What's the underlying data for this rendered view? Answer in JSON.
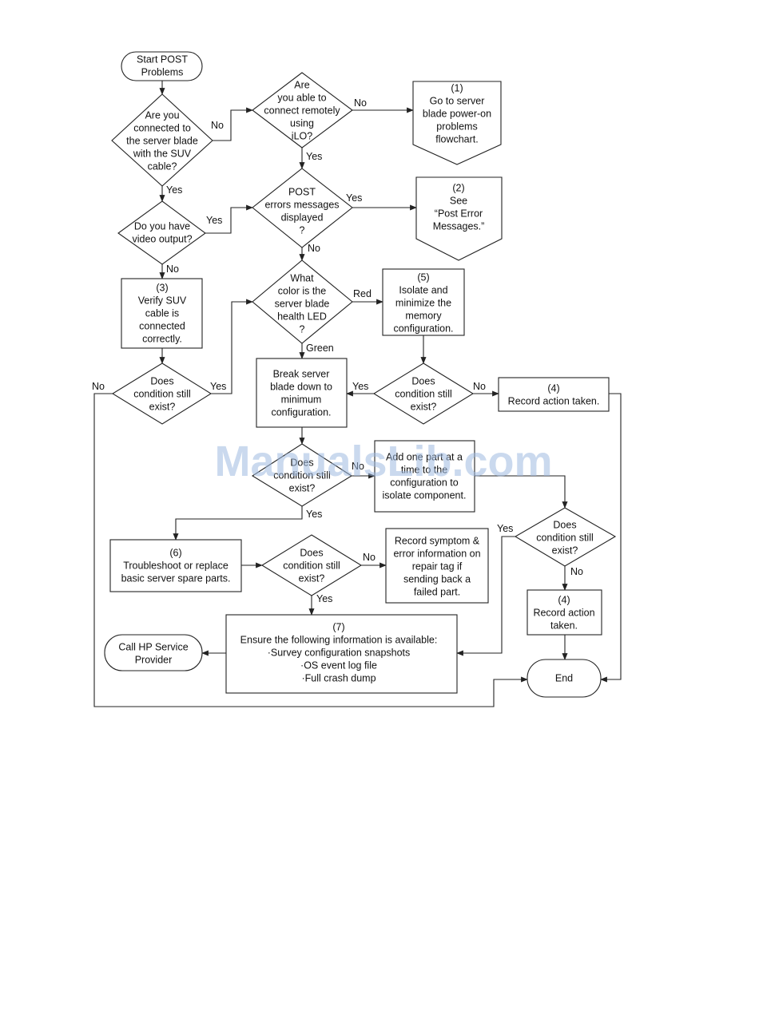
{
  "watermark": "ManualsLib.com",
  "nodes": {
    "start": [
      "Start POST",
      "Problems"
    ],
    "q_suv": [
      "Are you",
      "connected to",
      "the server blade",
      "with the SUV",
      "cable?"
    ],
    "q_ilo": [
      "Are",
      "you able to",
      "connect remotely",
      "using",
      "iLO?"
    ],
    "p1": [
      "(1)",
      "Go to server",
      "blade power-on",
      "problems",
      "flowchart."
    ],
    "q_post": [
      "POST",
      "errors messages",
      "displayed",
      "?"
    ],
    "p2": [
      "(2)",
      "See",
      "“Post Error",
      "Messages.”"
    ],
    "q_video": [
      "Do you have",
      "video output?"
    ],
    "b3": [
      "(3)",
      "Verify SUV",
      "cable is",
      "connected",
      "correctly."
    ],
    "q_led": [
      "What",
      "color is the",
      "server blade",
      "health LED",
      "?"
    ],
    "b5": [
      "(5)",
      "Isolate and",
      "minimize the",
      "memory",
      "configuration."
    ],
    "q_cond_left": [
      "Does",
      "condition still",
      "exist?"
    ],
    "b_break": [
      "Break server",
      "blade down to",
      "minimum",
      "configuration."
    ],
    "q_cond_mid": [
      "Does",
      "condition still",
      "exist?"
    ],
    "b4_top": [
      "(4)",
      "Record action taken."
    ],
    "q_cond_c": [
      "Does",
      "condition still",
      "exist?"
    ],
    "b_add": [
      "Add one part at a",
      "time to the",
      "configuration to",
      "isolate component."
    ],
    "q_cond_right": [
      "Does",
      "condition still",
      "exist?"
    ],
    "b6": [
      "(6)",
      "Troubleshoot or replace",
      "basic server spare parts."
    ],
    "q_cond_d": [
      "Does",
      "condition still",
      "exist?"
    ],
    "b_record": [
      "Record symptom &",
      "error information on",
      "repair tag if",
      "sending back a",
      "failed part."
    ],
    "b4_bot": [
      "(4)",
      "Record action",
      "taken."
    ],
    "b7": [
      "(7)",
      "Ensure the following information is available:",
      "·Survey configuration snapshots",
      "·OS event log file",
      "·Full crash dump"
    ],
    "call_hp": [
      "Call HP Service",
      "Provider"
    ],
    "end": [
      "End"
    ]
  },
  "edge_labels": {
    "suv_no": "No",
    "suv_yes": "Yes",
    "ilo_no": "No",
    "ilo_yes": "Yes",
    "post_yes": "Yes",
    "post_no": "No",
    "video_yes": "Yes",
    "video_no": "No",
    "led_red": "Red",
    "led_green": "Green",
    "condleft_no": "No",
    "condleft_yes": "Yes",
    "condmid_yes": "Yes",
    "condmid_no": "No",
    "condc_no": "No",
    "condc_yes": "Yes",
    "condright_yes": "Yes",
    "condright_no": "No",
    "condd_no": "No",
    "condd_yes": "Yes"
  }
}
